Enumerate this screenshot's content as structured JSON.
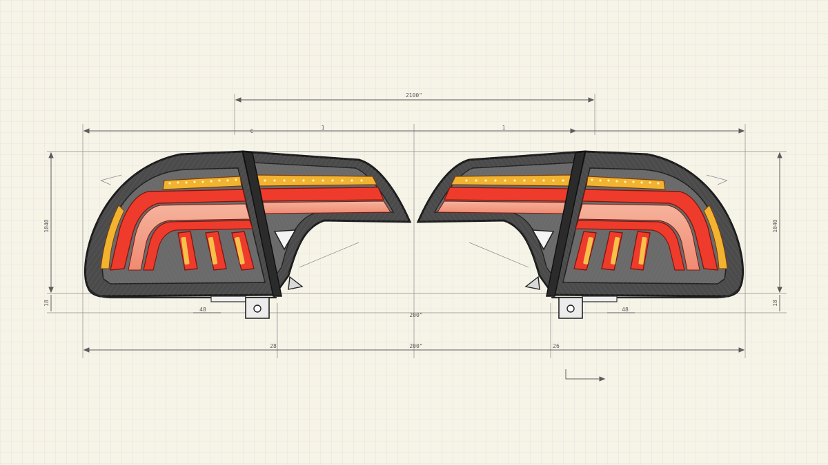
{
  "colors": {
    "paper": "#f6f3e7",
    "grid": "#d9dde0",
    "housing": "#4a4a4a",
    "outline": "#1f1f1f",
    "led_red": "#ee3a2c",
    "led_amber": "#f2b330",
    "lens_pink": "#f4a38e"
  },
  "dimensions": {
    "top_center": "2100\"",
    "top_left_mark": "C",
    "top_mid_left": "1",
    "top_mid_right": "1",
    "left_height": "1040",
    "right_height": "1040",
    "left_base": "18",
    "right_base": "18",
    "base_left": "48",
    "base_right": "48",
    "mid_center": "200\"",
    "bottom_center": "200\"",
    "bottom_left": "28",
    "bottom_right": "26"
  },
  "icons": {
    "left_lamp": "tail-light-left-icon",
    "right_lamp": "tail-light-right-icon"
  }
}
